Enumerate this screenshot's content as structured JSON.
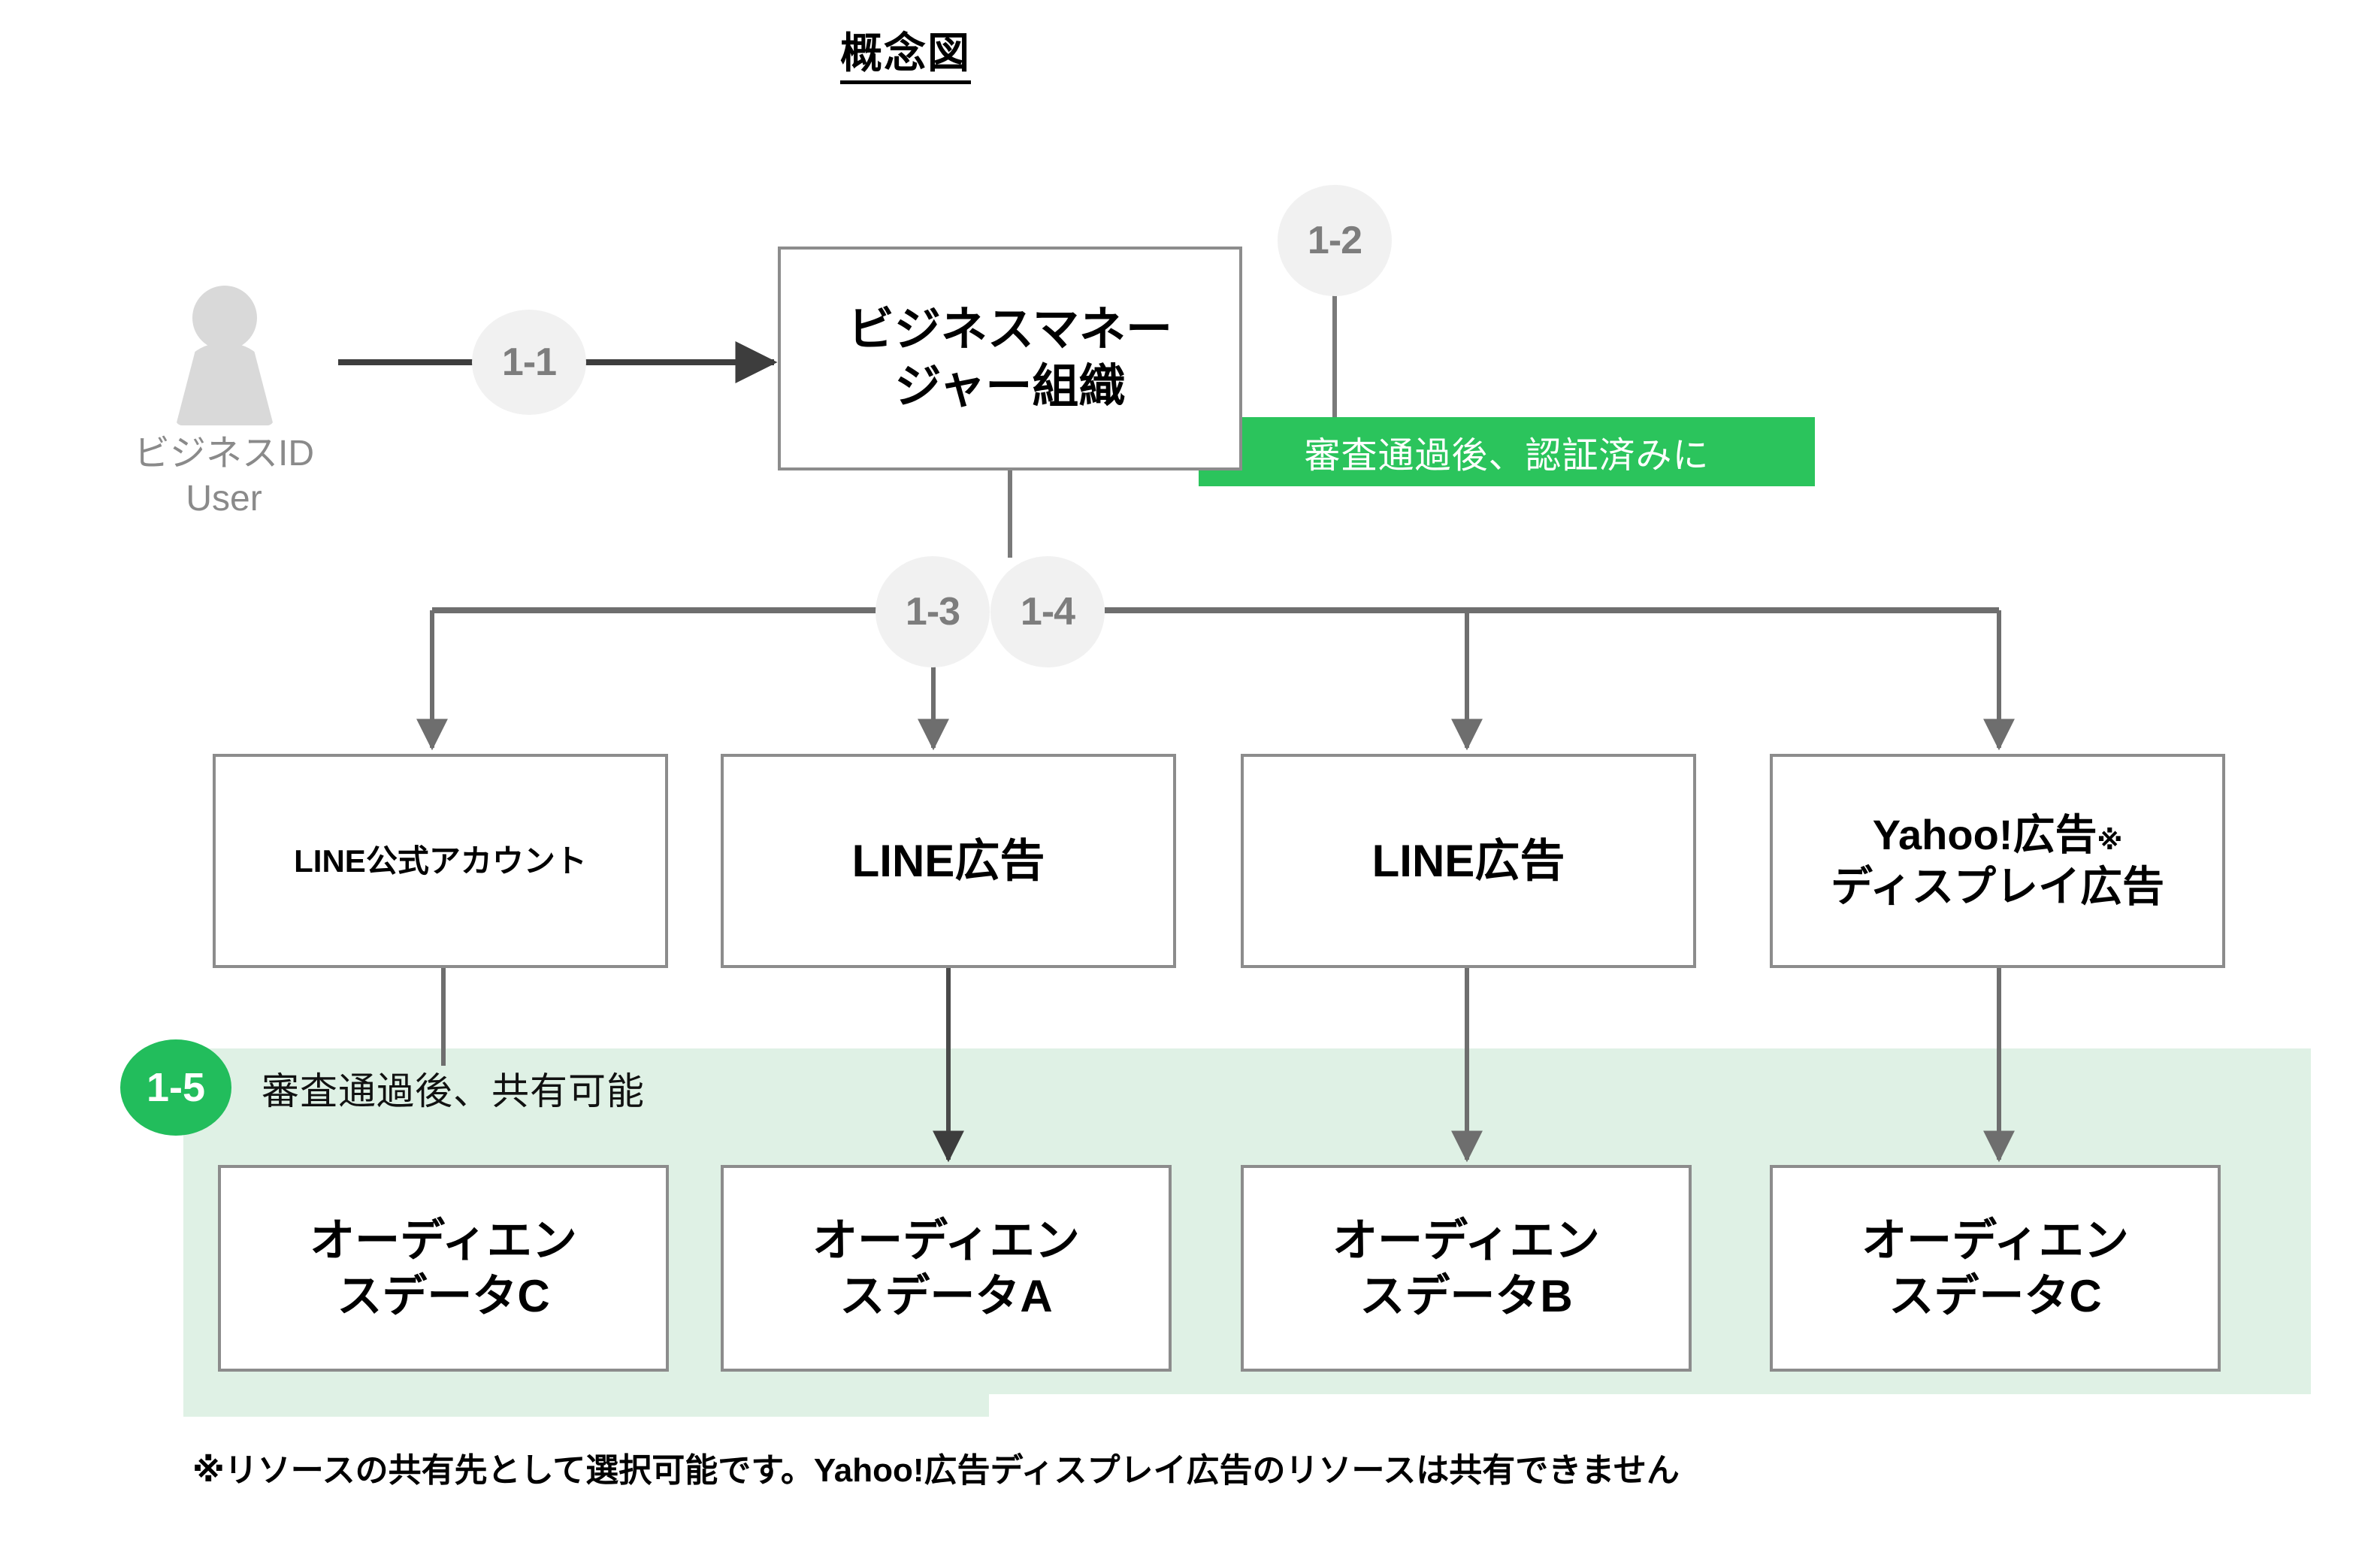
{
  "title": "概念図",
  "actor": {
    "icon": "user-avatar-icon",
    "line1": "ビジネスID",
    "line2": "User"
  },
  "steps": {
    "s11": "1-1",
    "s12": "1-2",
    "s13": "1-3",
    "s14": "1-4",
    "s15": "1-5"
  },
  "tags": {
    "verified": "審査通過後、認証済みに",
    "shareable": "審査通過後、共有可能"
  },
  "nodes": {
    "business_manager": {
      "line1": "ビジネスマネー",
      "line2": "ジャー組織"
    },
    "channels": [
      {
        "label": "LINE公式アカウント",
        "mark": ""
      },
      {
        "label": "LINE広告",
        "mark": ""
      },
      {
        "label": "LINE広告",
        "mark": ""
      },
      {
        "label_line1": "Yahoo!広告",
        "mark": "※",
        "label_line2": "ディスプレイ広告"
      }
    ],
    "audiences": [
      {
        "line1": "オーディエン",
        "line2": "スデータC"
      },
      {
        "line1": "オーディエン",
        "line2": "スデータA"
      },
      {
        "line1": "オーディエン",
        "line2": "スデータB"
      },
      {
        "line1": "オーディエン",
        "line2": "スデータC"
      }
    ]
  },
  "footnote": "※リソースの共有先として選択可能です。Yahoo!広告ディスプレイ広告のリソースは共有できません",
  "colors": {
    "green_solid": "#2bc45c",
    "green_badge": "#22bd5c",
    "green_band": "#dff1e5",
    "gray_badge": "#f1f1f1",
    "gray_text": "#8a8a8a",
    "box_border": "#8c8c8c",
    "wire": "#555555"
  }
}
